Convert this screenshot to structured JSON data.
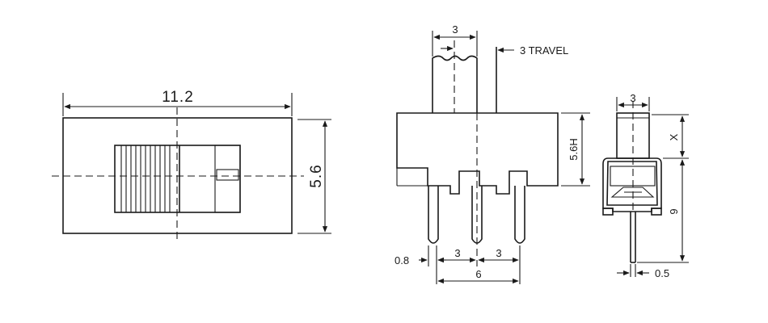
{
  "diagram": {
    "top_view": {
      "length_label": "11.2",
      "width_label": "5.6"
    },
    "front_view": {
      "actuator_width_label": "3",
      "travel_label": "3 TRAVEL",
      "height_label": "5.6H",
      "pin_width_label": "0.8",
      "pitch_left_label": "3",
      "pitch_right_label": "3",
      "pin_span_label": "6"
    },
    "side_view": {
      "actuator_width_label": "3",
      "actuator_height_label": "X",
      "lead_length_label": "9",
      "lead_width_label": "0.5"
    }
  },
  "colors": {
    "line": "#1a1a1a",
    "background": "#ffffff"
  }
}
